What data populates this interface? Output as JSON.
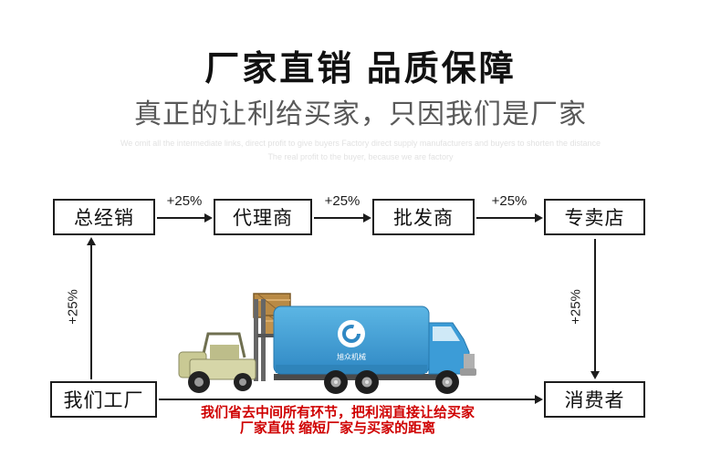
{
  "header": {
    "title": "厂家直销  品质保障",
    "subtitle": "真正的让利给买家，只因我们是厂家",
    "watermark_line1": "We omit all the intermediate links, direct profit to give buyers Factory direct supply manufacturers and buyers to shorten the distance",
    "watermark_line2": "The real profit to the buyer, because we are factory"
  },
  "flow": {
    "chain": [
      {
        "label": "总经销"
      },
      {
        "label": "代理商"
      },
      {
        "label": "批发商"
      },
      {
        "label": "专卖店"
      }
    ],
    "markup_label": "+25%",
    "factory_label": "我们工厂",
    "consumer_label": "消费者"
  },
  "truck": {
    "logo_text": "旭众机械"
  },
  "footer": {
    "note_line1": "我们省去中间所有环节，把利润直接让给买家",
    "note_line2": "厂家直供 缩短厂家与买家的距离"
  },
  "colors": {
    "note_red": "#cf0000",
    "truck_blue": "#3c9cd7",
    "line_black": "#1c1c1c"
  }
}
